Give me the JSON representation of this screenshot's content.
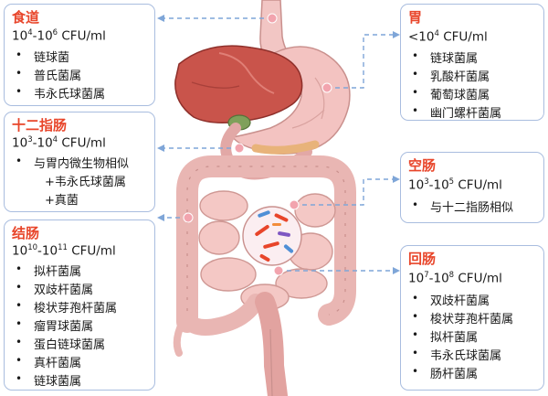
{
  "esophagus": {
    "title": "食道",
    "range": {
      "a": "10",
      "a_exp": "4",
      "sep": "-",
      "b": "10",
      "b_exp": "6",
      "unit": " CFU/ml"
    },
    "items": [
      "链球菌",
      "普氏菌属",
      "韦永氏球菌属"
    ]
  },
  "duodenum": {
    "title": "十二指肠",
    "range": {
      "a": "10",
      "a_exp": "3",
      "sep": "-",
      "b": "10",
      "b_exp": "4",
      "unit": " CFU/ml"
    },
    "items": [
      "与胃内微生物相似",
      "+韦永氏球菌属",
      "+真菌"
    ]
  },
  "colon": {
    "title": "结肠",
    "range": {
      "a": "10",
      "a_exp": "10",
      "sep": "-",
      "b": "10",
      "b_exp": "11",
      "unit": " CFU/ml"
    },
    "items": [
      "拟杆菌属",
      "双歧杆菌属",
      "梭状芽孢杆菌属",
      "瘤胃球菌属",
      "蛋白链球菌属",
      "真杆菌属",
      "链球菌属"
    ]
  },
  "stomach": {
    "title": "胃",
    "range": {
      "a": "<10",
      "a_exp": "4",
      "unit": " CFU/ml"
    },
    "items": [
      "链球菌属",
      "乳酸杆菌属",
      "葡萄球菌属",
      "幽门螺杆菌属"
    ]
  },
  "jejunum": {
    "title": "空肠",
    "range": {
      "a": "10",
      "a_exp": "3",
      "sep": "-",
      "b": "10",
      "b_exp": "5",
      "unit": " CFU/ml"
    },
    "items": [
      "与十二指肠相似"
    ]
  },
  "ileum": {
    "title": "回肠",
    "range": {
      "a": "10",
      "a_exp": "7",
      "sep": "-",
      "b": "10",
      "b_exp": "8",
      "unit": " CFU/ml"
    },
    "items": [
      "双歧杆菌属",
      "梭状芽孢杆菌属",
      "拟杆菌属",
      "韦永氏球菌属",
      "肠杆菌属"
    ]
  },
  "bullet": "•",
  "colors": {
    "title": "#e8452a",
    "border": "#a9bddf",
    "connector": "#7fa6d8",
    "dot": "#f2a4ae"
  }
}
